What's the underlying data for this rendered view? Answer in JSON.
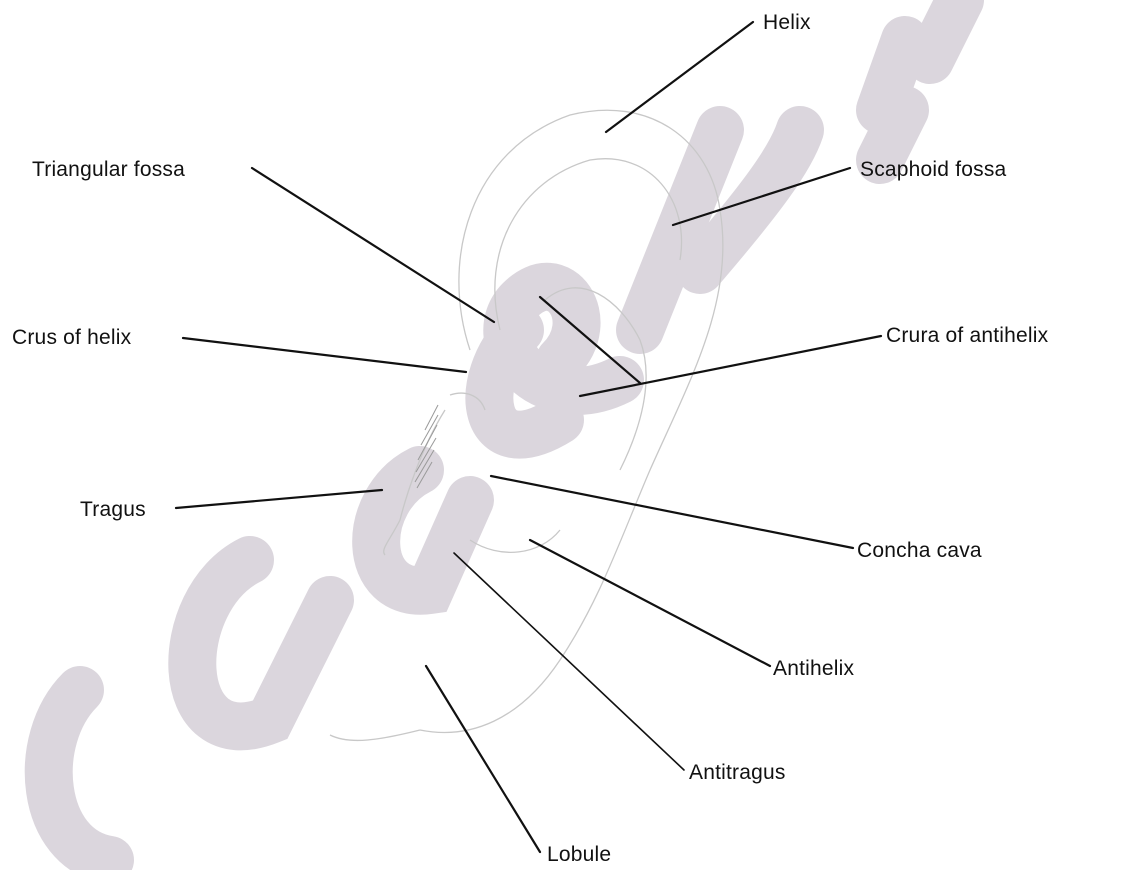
{
  "diagram": {
    "labels": {
      "helix": "Helix",
      "triangular_fossa": "Triangular fossa",
      "scaphoid_fossa": "Scaphoid fossa",
      "crus_of_helix": "Crus of helix",
      "crura_of_antihelix": "Crura of antihelix",
      "tragus": "Tragus",
      "concha_cava": "Concha cava",
      "antihelix": "Antihelix",
      "antitragus": "Antitragus",
      "lobule": "Lobule"
    }
  },
  "colors": {
    "leader_line": "#111111",
    "ear_sketch": "#c8c8c8",
    "watermark": "#cfc9d2"
  }
}
